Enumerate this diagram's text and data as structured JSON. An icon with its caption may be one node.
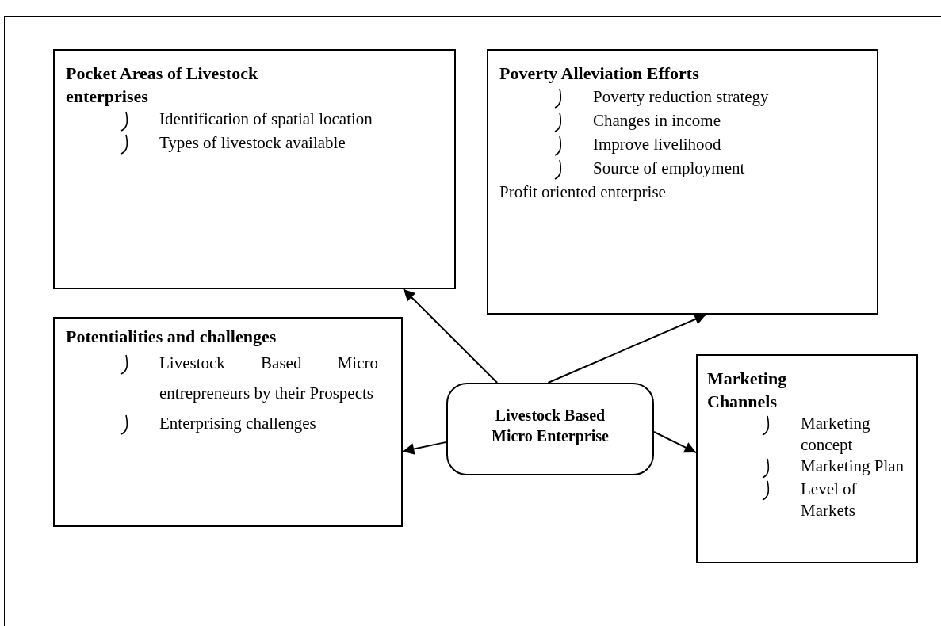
{
  "diagram": {
    "nodes": [
      {
        "text": [
          "Pocket Areas of Livestock enterprises",
          "Identification of spatial location",
          "Types of livestock available"
        ]
      },
      {
        "text": [
          "Poverty Alleviation Efforts",
          "Poverty reduction strategy",
          "Changes in income",
          "Improve livelihood",
          "Source of employment",
          "Profit oriented enterprise"
        ]
      },
      {
        "text": [
          "Potentialities and challenges",
          "Livestock Based Micro entrepreneurs by their Prospects",
          "Enterprising challenges"
        ]
      },
      {
        "text": [
          "Livestock Based Micro Enterprise"
        ]
      },
      {
        "text": [
          "Marketing Channels",
          "Marketing concept",
          "Marketing Plan",
          "Level of Markets"
        ]
      }
    ],
    "edges": [
      {
        "from": 3,
        "to": 0,
        "arrow": "to"
      },
      {
        "from": 3,
        "to": 1,
        "arrow": "to"
      },
      {
        "from": 3,
        "to": 2,
        "arrow": "to"
      },
      {
        "from": 3,
        "to": 4,
        "arrow": "to"
      }
    ]
  }
}
